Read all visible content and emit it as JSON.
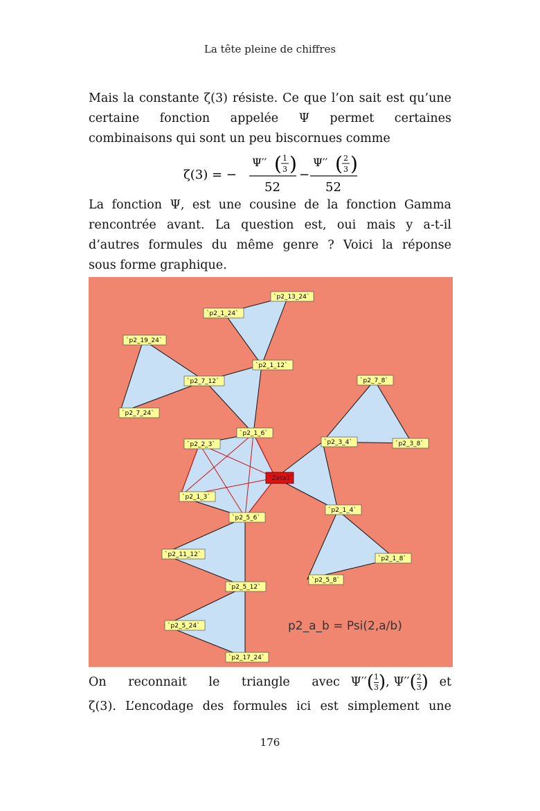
{
  "header": {
    "running_title": "La tête pleine de chiffres"
  },
  "paragraph1": {
    "line1": "Mais la constante ζ(3) résiste. Ce que l’on sait est qu’une",
    "line2": "certaine fonction appelée Ψ permet certaines",
    "line3": "combinaisons qui sont un peu biscornues comme"
  },
  "formula": {
    "lhs": "ζ(3) = −",
    "term_num": "Ψ′′",
    "frac1_num": "1",
    "frac1_den": "3",
    "frac2_num": "2",
    "frac2_den": "3",
    "denominator": "52",
    "minus": "−"
  },
  "paragraph2": {
    "line1": "La fonction Ψ, est une cousine de la fonction Gamma",
    "line2": "rencontrée avant. La question est, oui mais y a-t-il",
    "line3": "d’autres formules du même genre ? Voici la réponse",
    "line4": "sous forme graphique."
  },
  "figure": {
    "background_color": "#F08570",
    "triangle_color": "#C8E0F6",
    "edge_color": "#000000",
    "zeta_edge_color": "#CC1111",
    "label_color": "#FFFF99",
    "zeta_color": "#DD1111",
    "nodes": {
      "p2_13_24": "`p2_13_24`",
      "p2_1_24": "`p2_1_24`",
      "p2_19_24": "`p2_19_24`",
      "p2_1_12": "`p2_1_12`",
      "p2_7_12": "`p2_7_12`",
      "p2_7_24": "`p2_7_24`",
      "p2_7_8": "`p2_7_8`",
      "p2_1_6": "`p2_1_6`",
      "p2_2_3": "`p2_2_3`",
      "p2_3_4": "`p2_3_4`",
      "p2_3_8": "`p2_3_8`",
      "zeta3": "`Zeta3`",
      "p2_1_3": "`p2_1_3`",
      "p2_5_6": "`p2_5_6`",
      "p2_1_4": "`p2_1_4`",
      "p2_11_12": "`p2_11_12`",
      "p2_1_8": "`p2_1_8`",
      "p2_5_8": "`p2_5_8`",
      "p2_5_12": "`p2_5_12`",
      "p2_5_24": "`p2_5_24`",
      "p2_17_24": "`p2_17_24`"
    },
    "legend": "p2_a_b = Psi(2,a/b)"
  },
  "paragraph3": {
    "line1_start": "On reconnait le triangle avec",
    "psi": "Ψ′′",
    "comma": ",",
    "et": "et",
    "line2": "ζ(3). L’encodage des formules ici est simplement une"
  },
  "page_number": "176"
}
